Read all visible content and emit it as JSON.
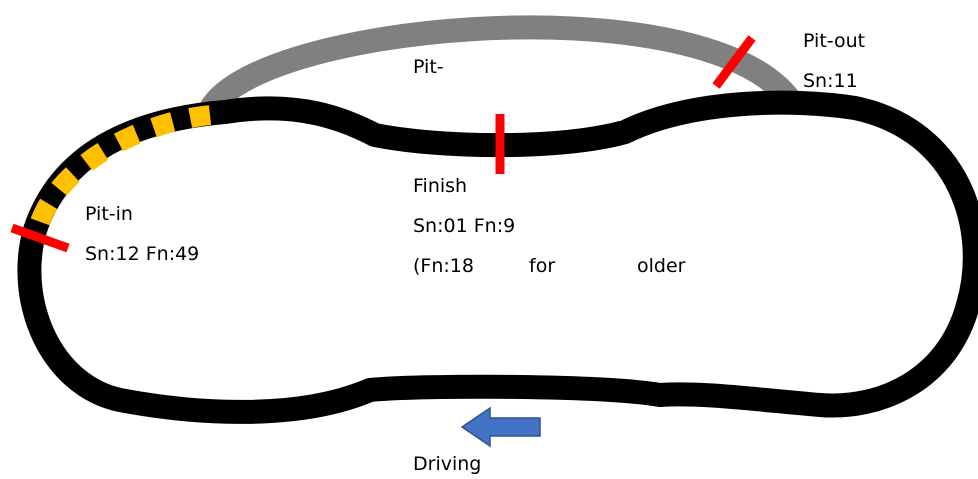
{
  "labels": {
    "pit_lane": "Pit-",
    "pit_out": "Pit-out",
    "pit_out_sn": "Sn:11",
    "finish": "Finish",
    "finish_sn_fn": "Sn:01 Fn:9",
    "finish_older_fn": "(Fn:18",
    "finish_older_for": "for",
    "finish_older_older": "older",
    "pit_in": "Pit-in",
    "pit_in_sn_fn": "Sn:12 Fn:49",
    "driving": "Driving"
  },
  "colors": {
    "track": "#000000",
    "pit_lane": "#808080",
    "pit_entry_stripe": "#ffc000",
    "sensor_marker": "#ff0000",
    "arrow_fill": "#4472c4",
    "arrow_stroke": "#2f528f"
  },
  "icons": {
    "direction": "arrow-left-icon"
  }
}
